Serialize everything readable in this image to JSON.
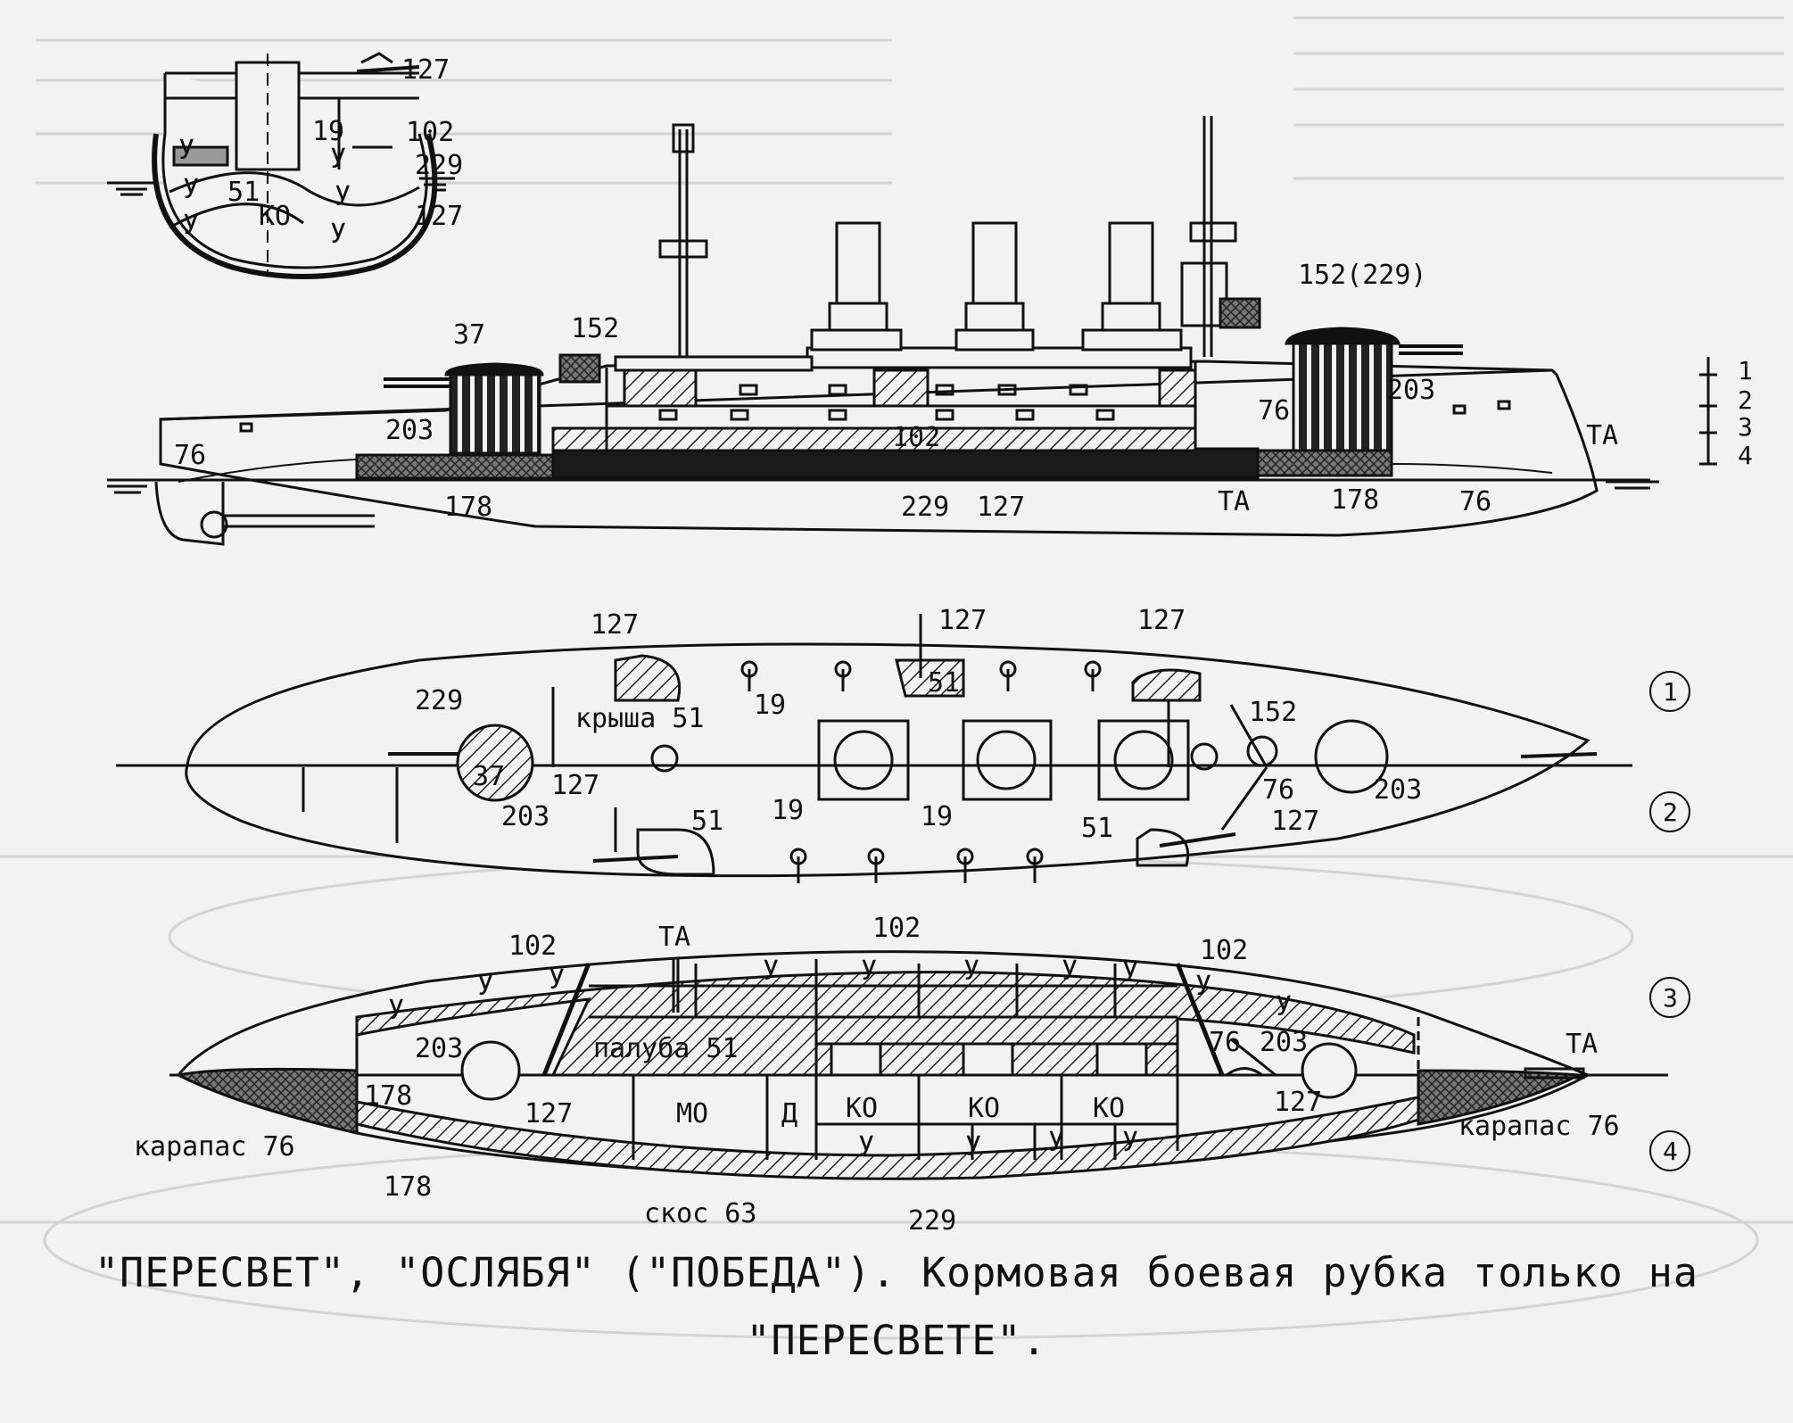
{
  "section_view": {
    "labels": [
      "127",
      "19",
      "102",
      "229",
      "127",
      "51",
      "КО",
      "У",
      "У",
      "У",
      "У",
      "У",
      "У"
    ]
  },
  "profile_view": {
    "labels": [
      "37",
      "152",
      "152(229)",
      "203",
      "203",
      "76",
      "76",
      "76",
      "102",
      "178",
      "178",
      "229",
      "127",
      "ТА",
      "ТА"
    ],
    "level_marks": [
      "1",
      "2",
      "3",
      "4"
    ]
  },
  "deck_plan_upper": {
    "labels": [
      "127",
      "127",
      "127",
      "229",
      "крыша 51",
      "19",
      "51",
      "37",
      "152",
      "127",
      "203",
      "76",
      "203",
      "19",
      "19",
      "51",
      "51",
      "127"
    ],
    "level_marks": [
      "1",
      "2"
    ]
  },
  "deck_plan_lower": {
    "labels": [
      "102",
      "ТА",
      "102",
      "102",
      "У",
      "У",
      "У",
      "У",
      "У",
      "У",
      "У",
      "У",
      "У",
      "У",
      "203",
      "палуба 51",
      "76",
      "203",
      "ТА",
      "178",
      "127",
      "МО",
      "Д",
      "КО",
      "КО",
      "КО",
      "127",
      "карапас 76",
      "карапас 76",
      "У",
      "У",
      "У",
      "У",
      "178",
      "скос 63",
      "229"
    ],
    "level_marks": [
      "3",
      "4"
    ]
  },
  "caption": {
    "line1": "\"ПЕРЕСВЕТ\", \"ОСЛЯБЯ\" (\"ПОБЕДА\"). Кормовая боевая рубка только на",
    "line2": "\"ПЕРЕСВЕТЕ\"."
  },
  "colors": {
    "paper": "#f2f2f2",
    "ink": "#111111",
    "ghost": "#cfcfcf",
    "belt": "#2a2a2a"
  }
}
